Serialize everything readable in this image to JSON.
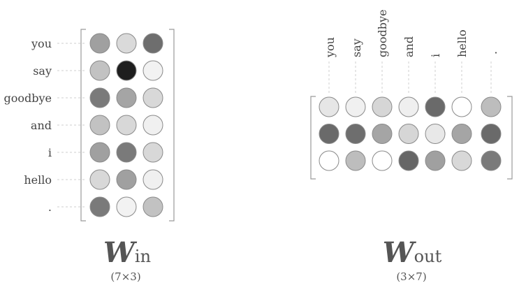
{
  "vocabulary": [
    "you",
    "say",
    "goodbye",
    "and",
    "i",
    "hello",
    "."
  ],
  "w_in": {
    "symbol": "W",
    "subscript": "in",
    "shape_label": "(7×3)",
    "cell_gray": [
      [
        "#a0a0a0",
        "#dadada",
        "#6e6e6e"
      ],
      [
        "#c2c2c2",
        "#1e1e1e",
        "#f2f2f2"
      ],
      [
        "#7a7a7a",
        "#a5a5a5",
        "#d8d8d8"
      ],
      [
        "#c2c2c2",
        "#d8d8d8",
        "#f0f0f0"
      ],
      [
        "#a0a0a0",
        "#7a7a7a",
        "#d8d8d8"
      ],
      [
        "#d8d8d8",
        "#a0a0a0",
        "#f0f0f0"
      ],
      [
        "#7a7a7a",
        "#f2f2f2",
        "#c2c2c2"
      ]
    ]
  },
  "w_out": {
    "symbol": "W",
    "subscript": "out",
    "shape_label": "(3×7)",
    "cell_gray": [
      [
        "#e6e6e6",
        "#f0f0f0",
        "#d6d6d6",
        "#efefef",
        "#6a6a6a",
        "#ffffff",
        "#bdbdbd"
      ],
      [
        "#6a6a6a",
        "#6e6e6e",
        "#a5a5a5",
        "#d6d6d6",
        "#e8e8e8",
        "#a5a5a5",
        "#6a6a6a"
      ],
      [
        "#ffffff",
        "#bdbdbd",
        "#ffffff",
        "#666666",
        "#a0a0a0",
        "#d8d8d8",
        "#7a7a7a"
      ]
    ]
  }
}
